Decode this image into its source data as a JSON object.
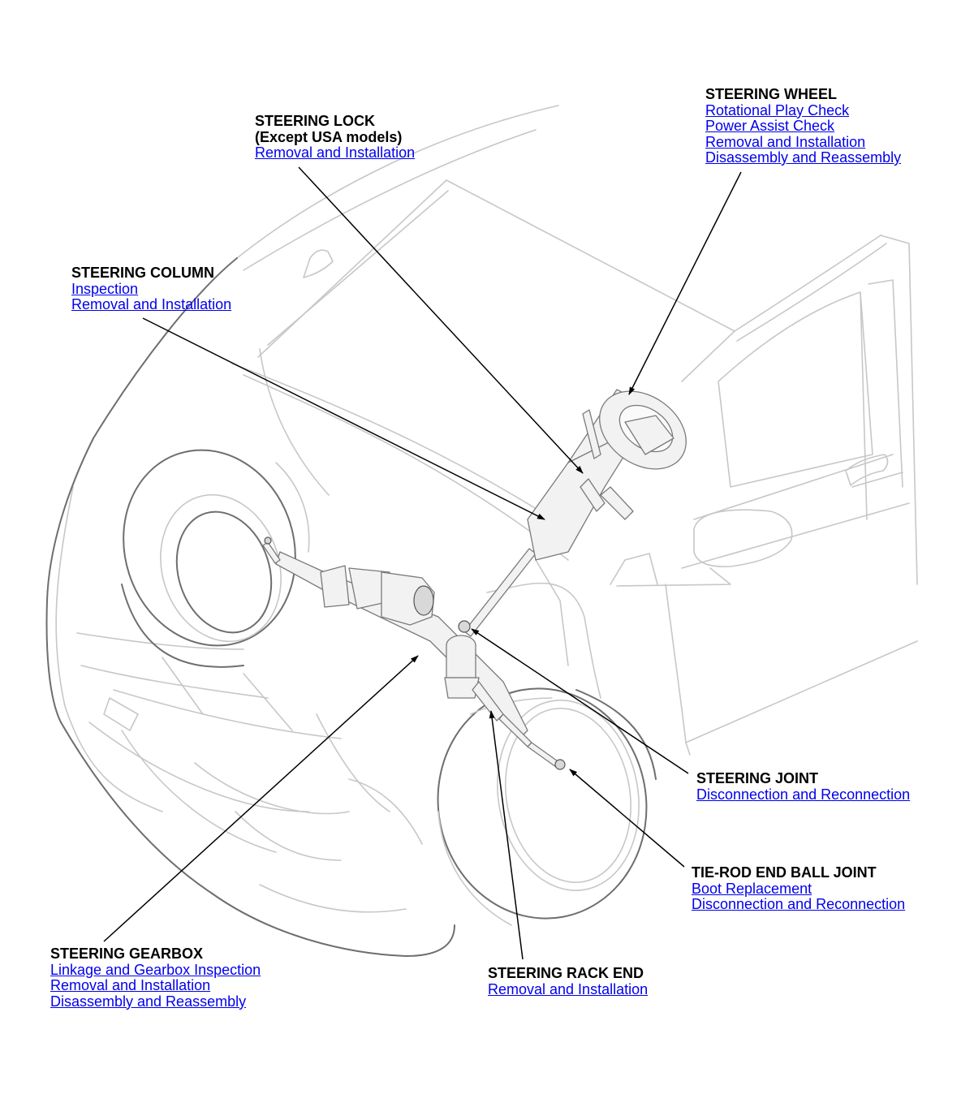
{
  "callouts": {
    "steering_wheel": {
      "title": "STEERING WHEEL",
      "links": [
        "Rotational Play Check",
        "Power Assist Check",
        "Removal and Installation",
        "Disassembly and Reassembly"
      ]
    },
    "steering_lock": {
      "title": "STEERING LOCK",
      "subtitle": "(Except USA models)",
      "links": [
        "Removal and Installation"
      ]
    },
    "steering_column": {
      "title": "STEERING COLUMN",
      "links": [
        "Inspection",
        "Removal and Installation"
      ]
    },
    "steering_joint": {
      "title": "STEERING JOINT",
      "links": [
        "Disconnection and Reconnection"
      ]
    },
    "tie_rod_end_ball_joint": {
      "title": "TIE-ROD END BALL JOINT",
      "links": [
        "Boot Replacement",
        "Disconnection and Reconnection"
      ]
    },
    "steering_gearbox": {
      "title": "STEERING GEARBOX",
      "links": [
        "Linkage and Gearbox Inspection",
        "Removal and Installation",
        "Disassembly and Reassembly"
      ]
    },
    "steering_rack_end": {
      "title": "STEERING RACK END",
      "links": [
        "Removal and Installation"
      ]
    }
  },
  "colors": {
    "link": "#0000ee",
    "title_text": "#000000",
    "car_outline": "#c7c7c7",
    "leader_line": "#000000"
  }
}
